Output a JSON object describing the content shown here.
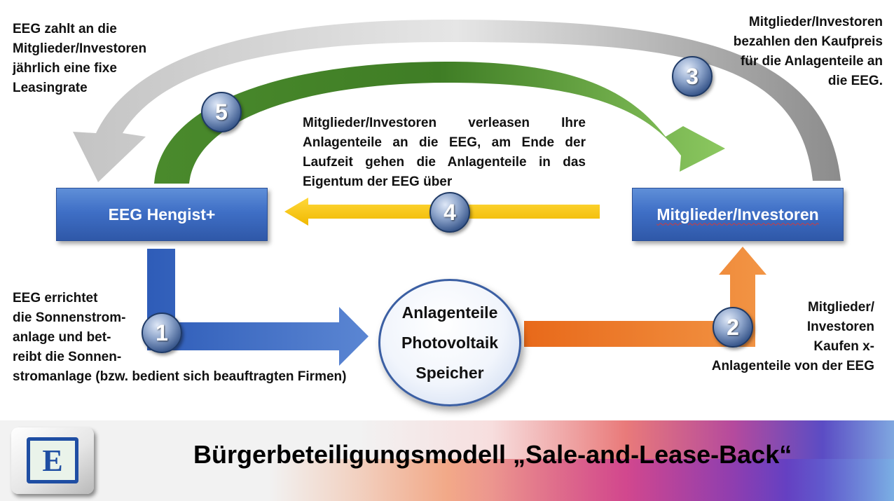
{
  "colors": {
    "blue_box": "#3f6fc6",
    "blue_arrow": "#3f69c2",
    "orange_arrow": "#ee7f2b",
    "yellow_arrow": "#f5c000",
    "green_arc": "#4f8f2f",
    "gray_arc": "#9a9a9a"
  },
  "nodes": {
    "eeg": "EEG Hengist+",
    "members": "Mitglieder/Investoren",
    "center": [
      "Anlagenteile",
      "Photovoltaik",
      "Speicher"
    ]
  },
  "steps": [
    "1",
    "2",
    "3",
    "4",
    "5"
  ],
  "annotations": {
    "top_left": [
      "EEG zahlt an die",
      "Mitglieder/Investoren",
      "jährlich eine fixe",
      "Leasingrate"
    ],
    "top_right": [
      "Mitglieder/Investoren",
      "bezahlen den Kaufpreis",
      "für die Anlagenteile an",
      "die EEG."
    ],
    "middle": [
      "Mitglieder/Investoren verleasen Ihre",
      "Anlagenteile an die EEG, am Ende der",
      "Laufzeit gehen die Anlagenteile in das",
      "Eigentum der EEG über"
    ],
    "bottom_left": [
      "EEG errichtet",
      "die Sonnenstrom-",
      "anlage und bet-",
      "reibt die Sonnen-",
      "stromanlage (bzw. bedient sich beauftragten Firmen)"
    ],
    "bottom_right": [
      "Mitglieder/",
      "Investoren",
      "Kaufen x-",
      "Anlagenteile von der EEG"
    ]
  },
  "banner": {
    "title": "Bürgerbeteiligungsmodell „Sale-and-Lease-Back“",
    "logo_letter": "E"
  }
}
